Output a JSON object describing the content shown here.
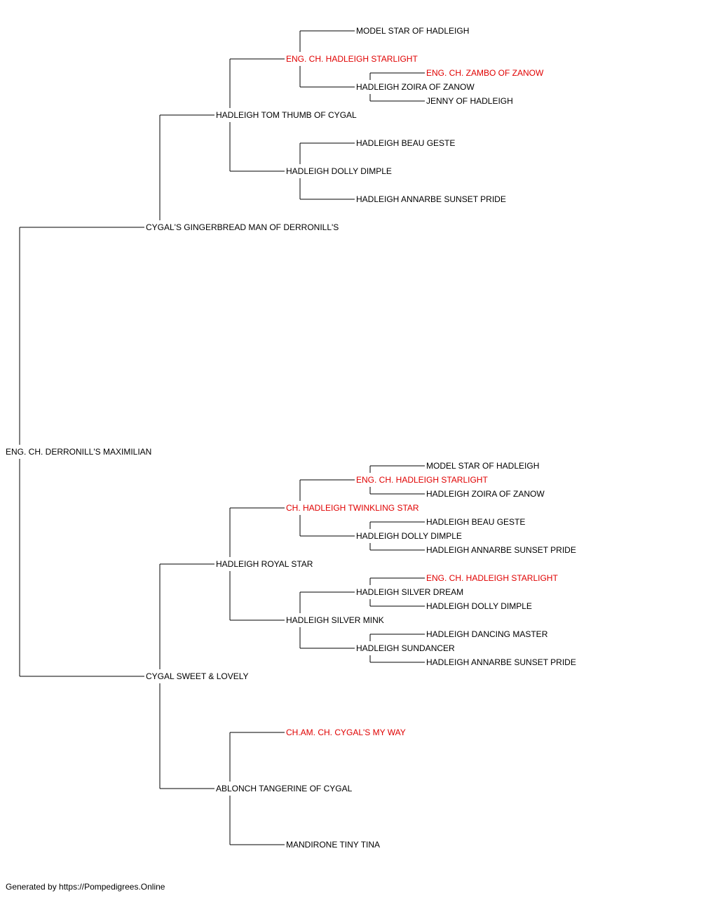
{
  "colors": {
    "champion": "#e00000",
    "normal": "#000000",
    "line": "#000000"
  },
  "footer": "Generated by https://Pompedigrees.Online",
  "tree": {
    "name": "ENG. CH. DERRONILL'S MAXIMILIAN",
    "champion": false,
    "sire": {
      "name": "CYGAL'S GINGERBREAD MAN OF DERRONILL'S",
      "champion": false,
      "sire": {
        "name": "HADLEIGH TOM THUMB OF CYGAL",
        "champion": false,
        "sire": {
          "name": "ENG. CH. HADLEIGH STARLIGHT",
          "champion": true,
          "sire": {
            "name": "MODEL STAR OF HADLEIGH",
            "champion": false
          },
          "dam": {
            "name": "HADLEIGH ZOIRA OF ZANOW",
            "champion": false,
            "sire": {
              "name": "ENG. CH. ZAMBO OF ZANOW",
              "champion": true
            },
            "dam": {
              "name": "JENNY OF HADLEIGH",
              "champion": false
            }
          }
        },
        "dam": {
          "name": "HADLEIGH DOLLY DIMPLE",
          "champion": false,
          "sire": {
            "name": "HADLEIGH BEAU GESTE",
            "champion": false
          },
          "dam": {
            "name": "HADLEIGH ANNARBE SUNSET PRIDE",
            "champion": false
          }
        }
      }
    },
    "dam": {
      "name": "CYGAL SWEET & LOVELY",
      "champion": false,
      "sire": {
        "name": "HADLEIGH ROYAL STAR",
        "champion": false,
        "sire": {
          "name": "CH. HADLEIGH TWINKLING STAR",
          "champion": true,
          "sire": {
            "name": "ENG. CH. HADLEIGH STARLIGHT",
            "champion": true,
            "sire": {
              "name": "MODEL STAR OF HADLEIGH",
              "champion": false
            },
            "dam": {
              "name": "HADLEIGH ZOIRA OF ZANOW",
              "champion": false
            }
          },
          "dam": {
            "name": "HADLEIGH DOLLY DIMPLE",
            "champion": false,
            "sire": {
              "name": "HADLEIGH BEAU GESTE",
              "champion": false
            },
            "dam": {
              "name": "HADLEIGH ANNARBE SUNSET PRIDE",
              "champion": false
            }
          }
        },
        "dam": {
          "name": "HADLEIGH SILVER MINK",
          "champion": false,
          "sire": {
            "name": "HADLEIGH SILVER DREAM",
            "champion": false,
            "sire": {
              "name": "ENG. CH. HADLEIGH STARLIGHT",
              "champion": true
            },
            "dam": {
              "name": "HADLEIGH DOLLY DIMPLE",
              "champion": false
            }
          },
          "dam": {
            "name": "HADLEIGH SUNDANCER",
            "champion": false,
            "sire": {
              "name": "HADLEIGH DANCING MASTER",
              "champion": false
            },
            "dam": {
              "name": "HADLEIGH ANNARBE SUNSET PRIDE",
              "champion": false
            }
          }
        }
      },
      "dam": {
        "name": "ABLONCH TANGERINE OF CYGAL",
        "champion": false,
        "sire": {
          "name": "CH.AM. CH. CYGAL'S MY WAY",
          "champion": true
        },
        "dam": {
          "name": "MANDIRONE TINY TINA",
          "champion": false
        }
      }
    }
  }
}
